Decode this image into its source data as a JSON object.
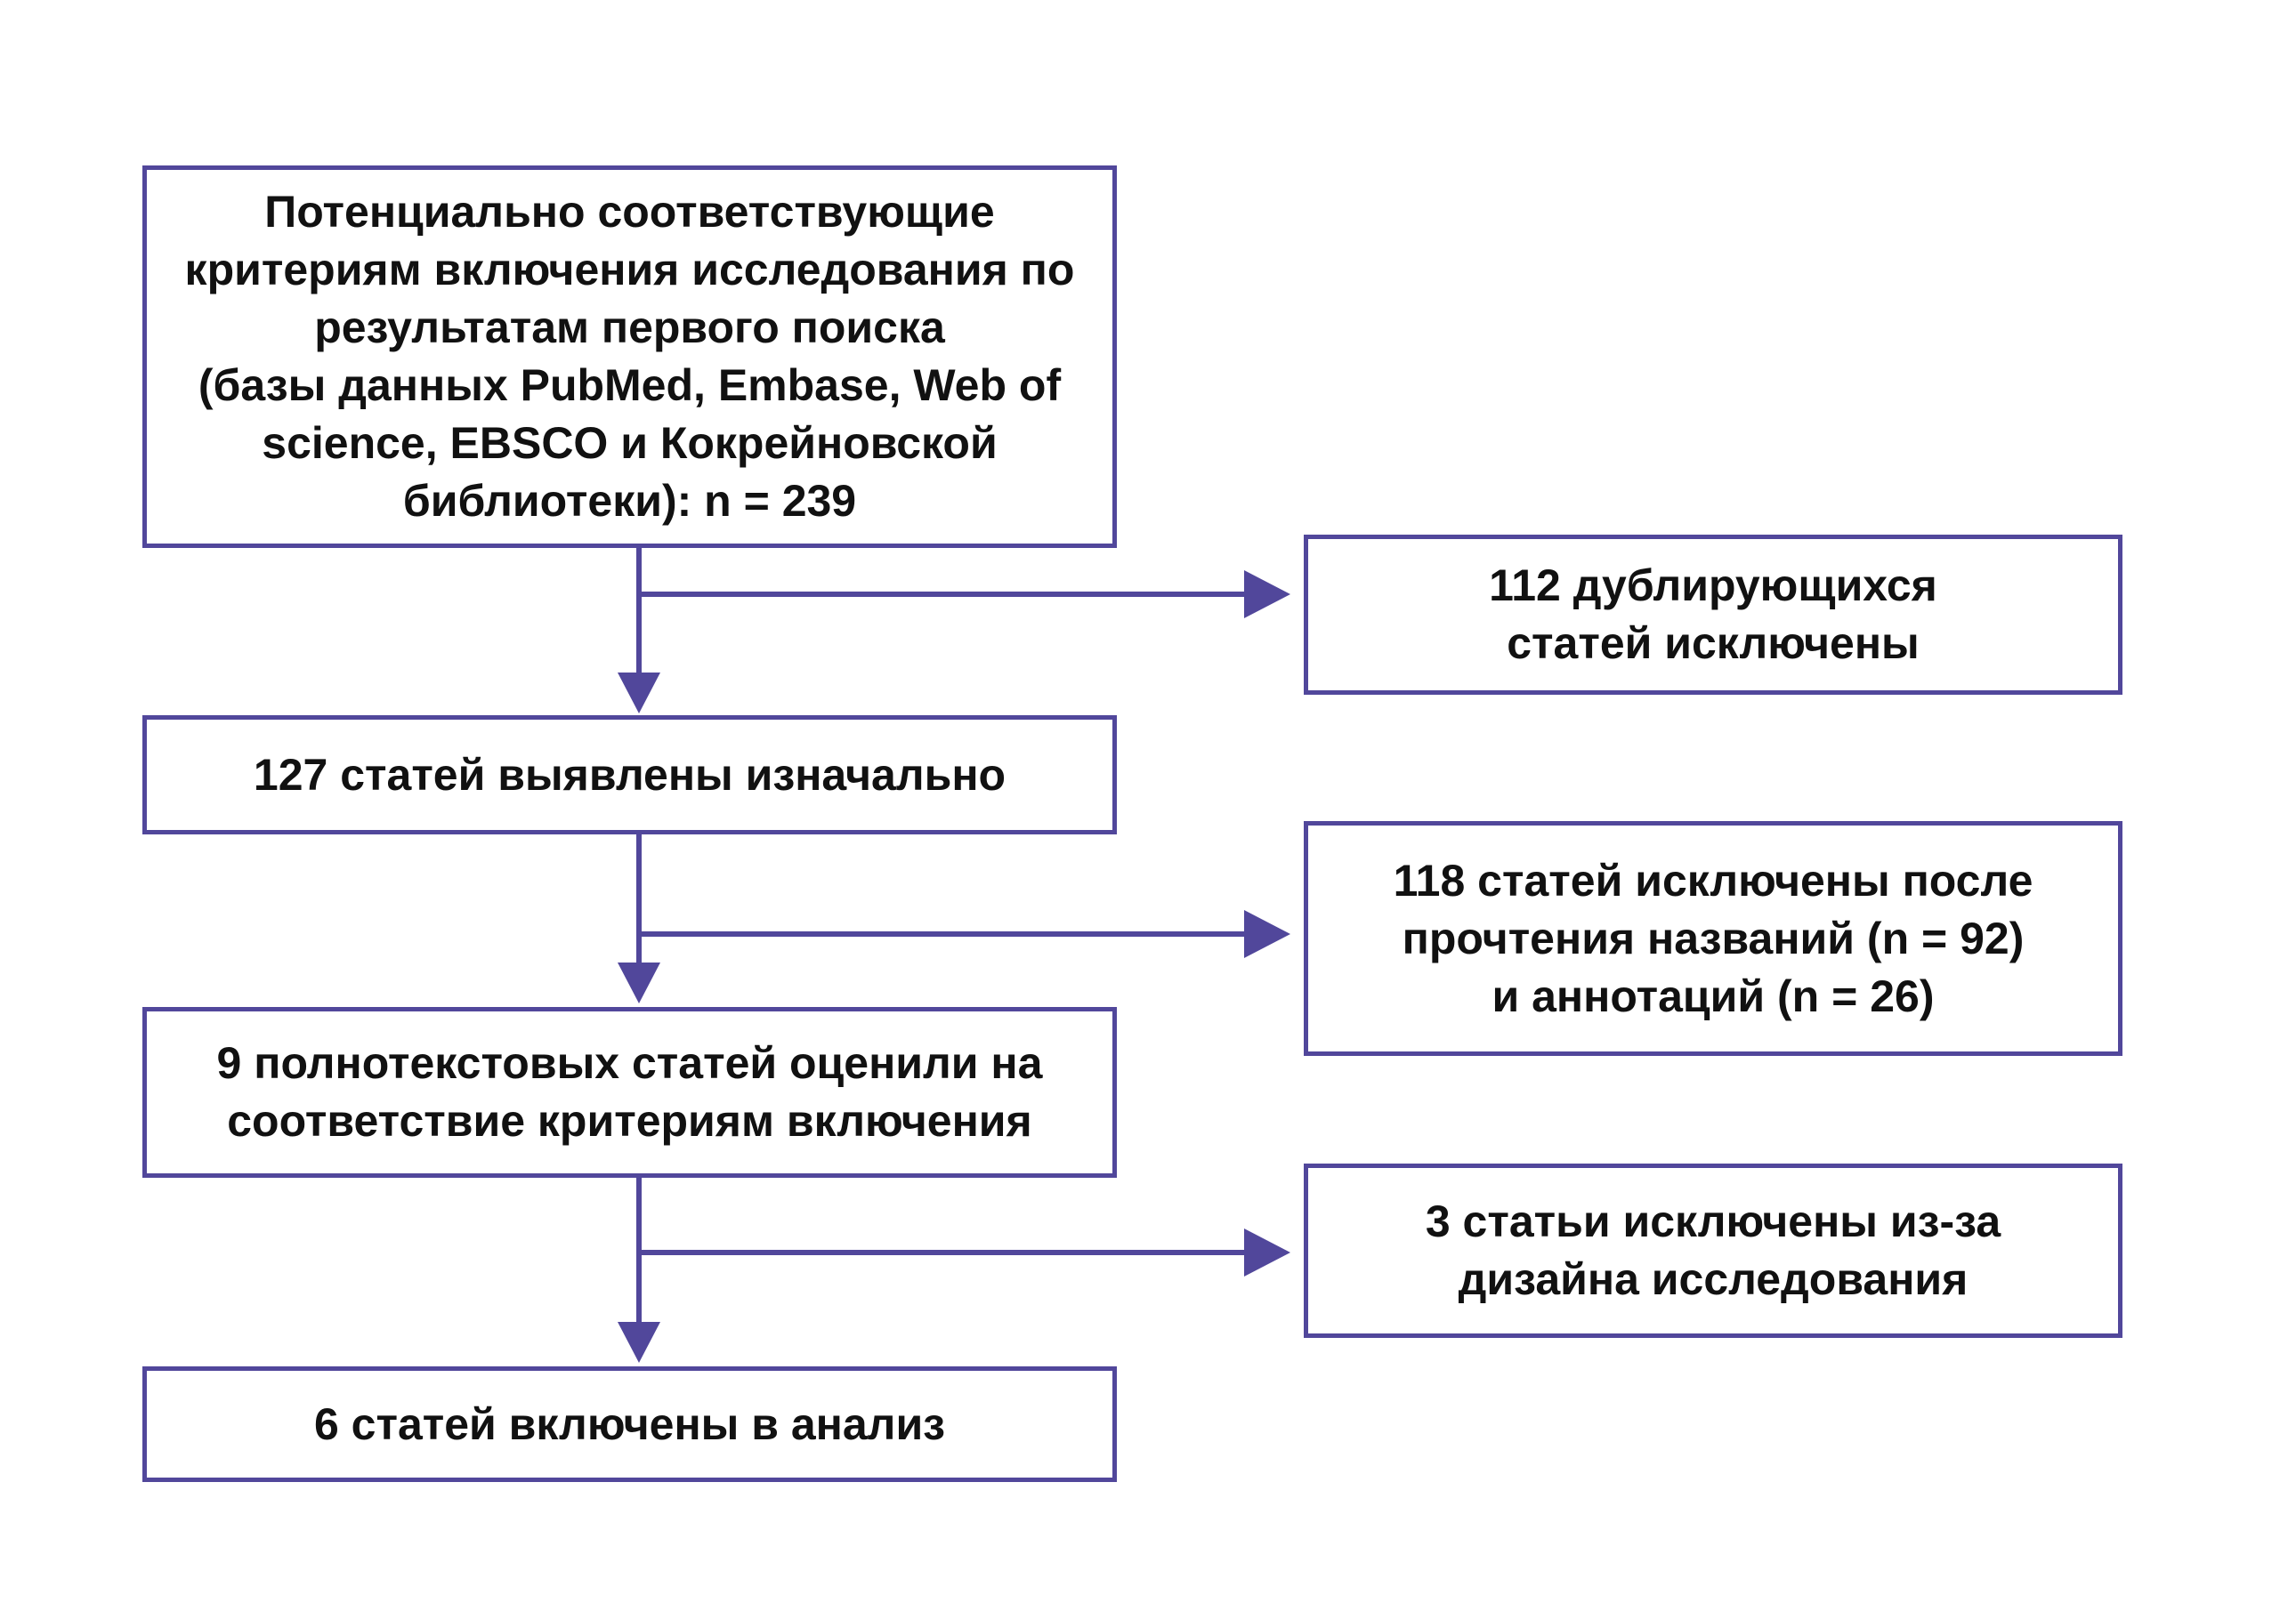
{
  "diagram": {
    "type": "flowchart",
    "title": "PRISMA-style article selection flow (Russian)",
    "language": "ru",
    "colors": {
      "accent": "#51479B",
      "text": "#111111",
      "background": "#ffffff"
    },
    "nodes": {
      "initial_search": {
        "text": "Потенциально соответствующие\nкритериям включения исследования по\nрезультатам первого поиска\n(базы данных PubMed, Embase, Web of\nscience, EBSCO и Кокрейновской\nбиблиотеки): n = 239",
        "n": 239
      },
      "duplicates_excluded": {
        "text": "112 дублирующихся\nстатей исключены",
        "n": 112
      },
      "identified": {
        "text": "127 статей выявлены изначально",
        "n": 127
      },
      "title_abstract_excluded": {
        "text": "118 статей исключены после\nпрочтения названий (n = 92)\nи аннотаций (n = 26)",
        "n": 118,
        "n_titles": 92,
        "n_abstracts": 26
      },
      "fulltext_assessed": {
        "text": "9 полнотекстовых статей оценили на\nсоответствие критериям включения",
        "n": 9
      },
      "design_excluded": {
        "text": "3 статьи исключены из-за\nдизайна исследования",
        "n": 3
      },
      "included": {
        "text": "6 статей включены в анализ",
        "n": 6
      }
    },
    "edges": [
      {
        "from": "initial_search",
        "to": "identified"
      },
      {
        "from": "initial_search",
        "to": "duplicates_excluded"
      },
      {
        "from": "identified",
        "to": "fulltext_assessed"
      },
      {
        "from": "identified",
        "to": "title_abstract_excluded"
      },
      {
        "from": "fulltext_assessed",
        "to": "included"
      },
      {
        "from": "fulltext_assessed",
        "to": "design_excluded"
      }
    ]
  }
}
